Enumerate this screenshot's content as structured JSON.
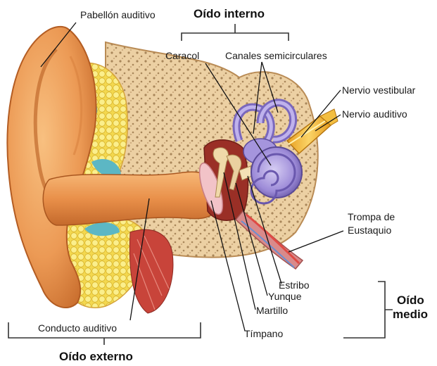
{
  "labels": {
    "pabellon": "Pabellón auditivo",
    "caracol": "Caracol",
    "canales": "Canales semicirculares",
    "vestibular": "Nervio vestibular",
    "auditivo": "Nervio auditivo",
    "trompa_1": "Trompa de",
    "trompa_2": "Eustaquio",
    "estribo": "Estribo",
    "yunque": "Yunque",
    "martillo": "Martillo",
    "timpano": "Tímpano",
    "conducto": "Conducto auditivo"
  },
  "sections": {
    "interno": "Oído interno",
    "medio_1": "Oído",
    "medio_2": "medio",
    "externo": "Oído externo"
  },
  "colors": {
    "skin": "#f0a060",
    "skin_dark": "#c46a2c",
    "bone": "#e8c99a",
    "fat": "#f6e36a",
    "cochlea": "#9f8fd6",
    "nerve": "#f2b43a",
    "muscle": "#c8443a"
  }
}
